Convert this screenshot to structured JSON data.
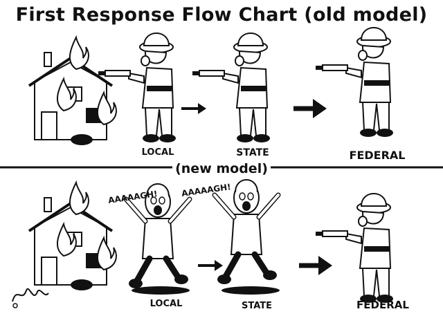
{
  "title": "First Response Flow Chart (old model)",
  "divider_label": "(new model)",
  "old_model": {
    "labels": [
      "LOCAL",
      "STATE",
      "FEDERAL"
    ]
  },
  "new_model": {
    "labels": [
      "LOCAL",
      "STATE",
      "FEDERAL"
    ],
    "screams": [
      "AAAAAGH!",
      "AAAAAGH!"
    ]
  },
  "signature": "Sam Kiskind"
}
